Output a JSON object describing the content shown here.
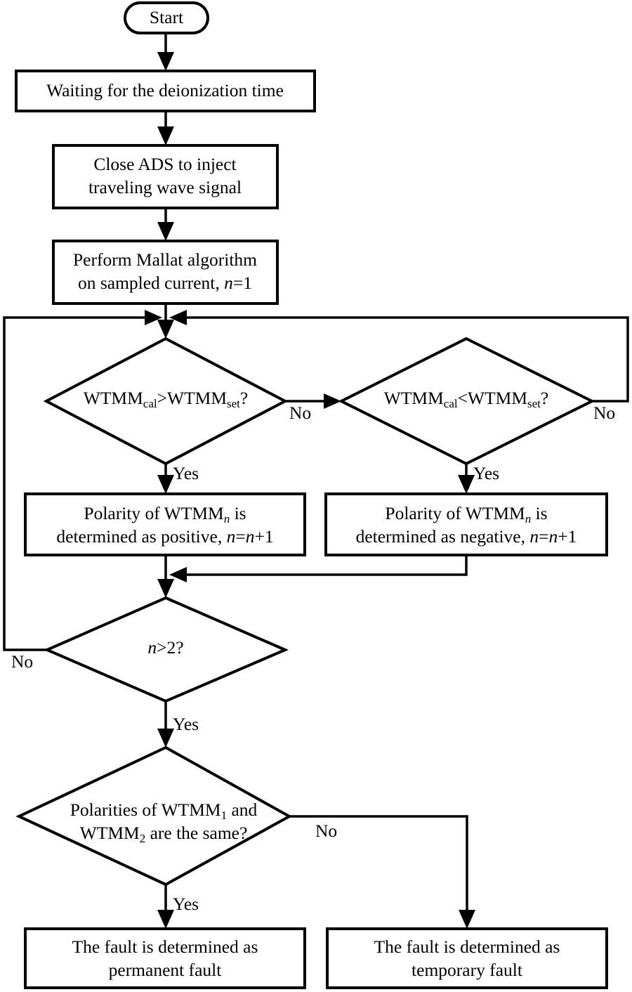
{
  "diagram": {
    "title": "Traveling-wave fault-type identification flowchart",
    "type": "flowchart",
    "background_color": "#ffffff",
    "line_color": "#000000",
    "fill_color": "#ffffff"
  },
  "nodes": {
    "start": {
      "shape": "terminator",
      "label": "Start"
    },
    "wait_deionization": {
      "shape": "process",
      "label": "Waiting for the deionization time"
    },
    "close_ads": {
      "shape": "process",
      "line1": "Close ADS to inject",
      "line2": "traveling wave signal"
    },
    "perform_mallat": {
      "shape": "process",
      "line1": "Perform Mallat algorithm",
      "line2_a": "on sampled current, ",
      "line2_var": "n",
      "line2_b": "=1"
    },
    "decision_greater": {
      "shape": "decision",
      "main_a": "WTMM",
      "sub_a": "cal",
      "op": ">",
      "main_b": "WTMM",
      "sub_b": "set",
      "tail": "?"
    },
    "decision_less": {
      "shape": "decision",
      "main_a": "WTMM",
      "sub_a": "cal",
      "op": "<",
      "main_b": "WTMM",
      "sub_b": "set",
      "tail": "?"
    },
    "polarity_positive": {
      "shape": "process",
      "line1_a": "Polarity of WTMM",
      "line1_sub": "n",
      "line1_b": " is",
      "line2_a": "determined as positive, ",
      "line2_v1": "n",
      "line2_eq": "=",
      "line2_v2": "n",
      "line2_b": "+1"
    },
    "polarity_negative": {
      "shape": "process",
      "line1_a": "Polarity of WTMM",
      "line1_sub": "n",
      "line1_b": " is",
      "line2_a": "determined as negative, ",
      "line2_v1": "n",
      "line2_eq": "=",
      "line2_v2": "n",
      "line2_b": "+1"
    },
    "decision_n_gt_2": {
      "shape": "decision",
      "var": "n",
      "rest": ">2?"
    },
    "decision_same_polarity": {
      "shape": "decision",
      "line1_a": "Polarities of WTMM",
      "line1_sub": "1",
      "line1_b": " and",
      "line2_a": "WTMM",
      "line2_sub": "2",
      "line2_b": " are the same?"
    },
    "permanent_fault": {
      "shape": "process",
      "line1": "The fault is determined as",
      "line2": "permanent fault"
    },
    "temporary_fault": {
      "shape": "process",
      "line1": "The fault is determined as",
      "line2": "temporary fault"
    }
  },
  "edge_labels": {
    "greater_no": "No",
    "greater_yes": "Yes",
    "less_no": "No",
    "less_yes": "Yes",
    "n_gt_2_no": "No",
    "n_gt_2_yes": "Yes",
    "same_polarity_no": "No",
    "same_polarity_yes": "Yes"
  }
}
